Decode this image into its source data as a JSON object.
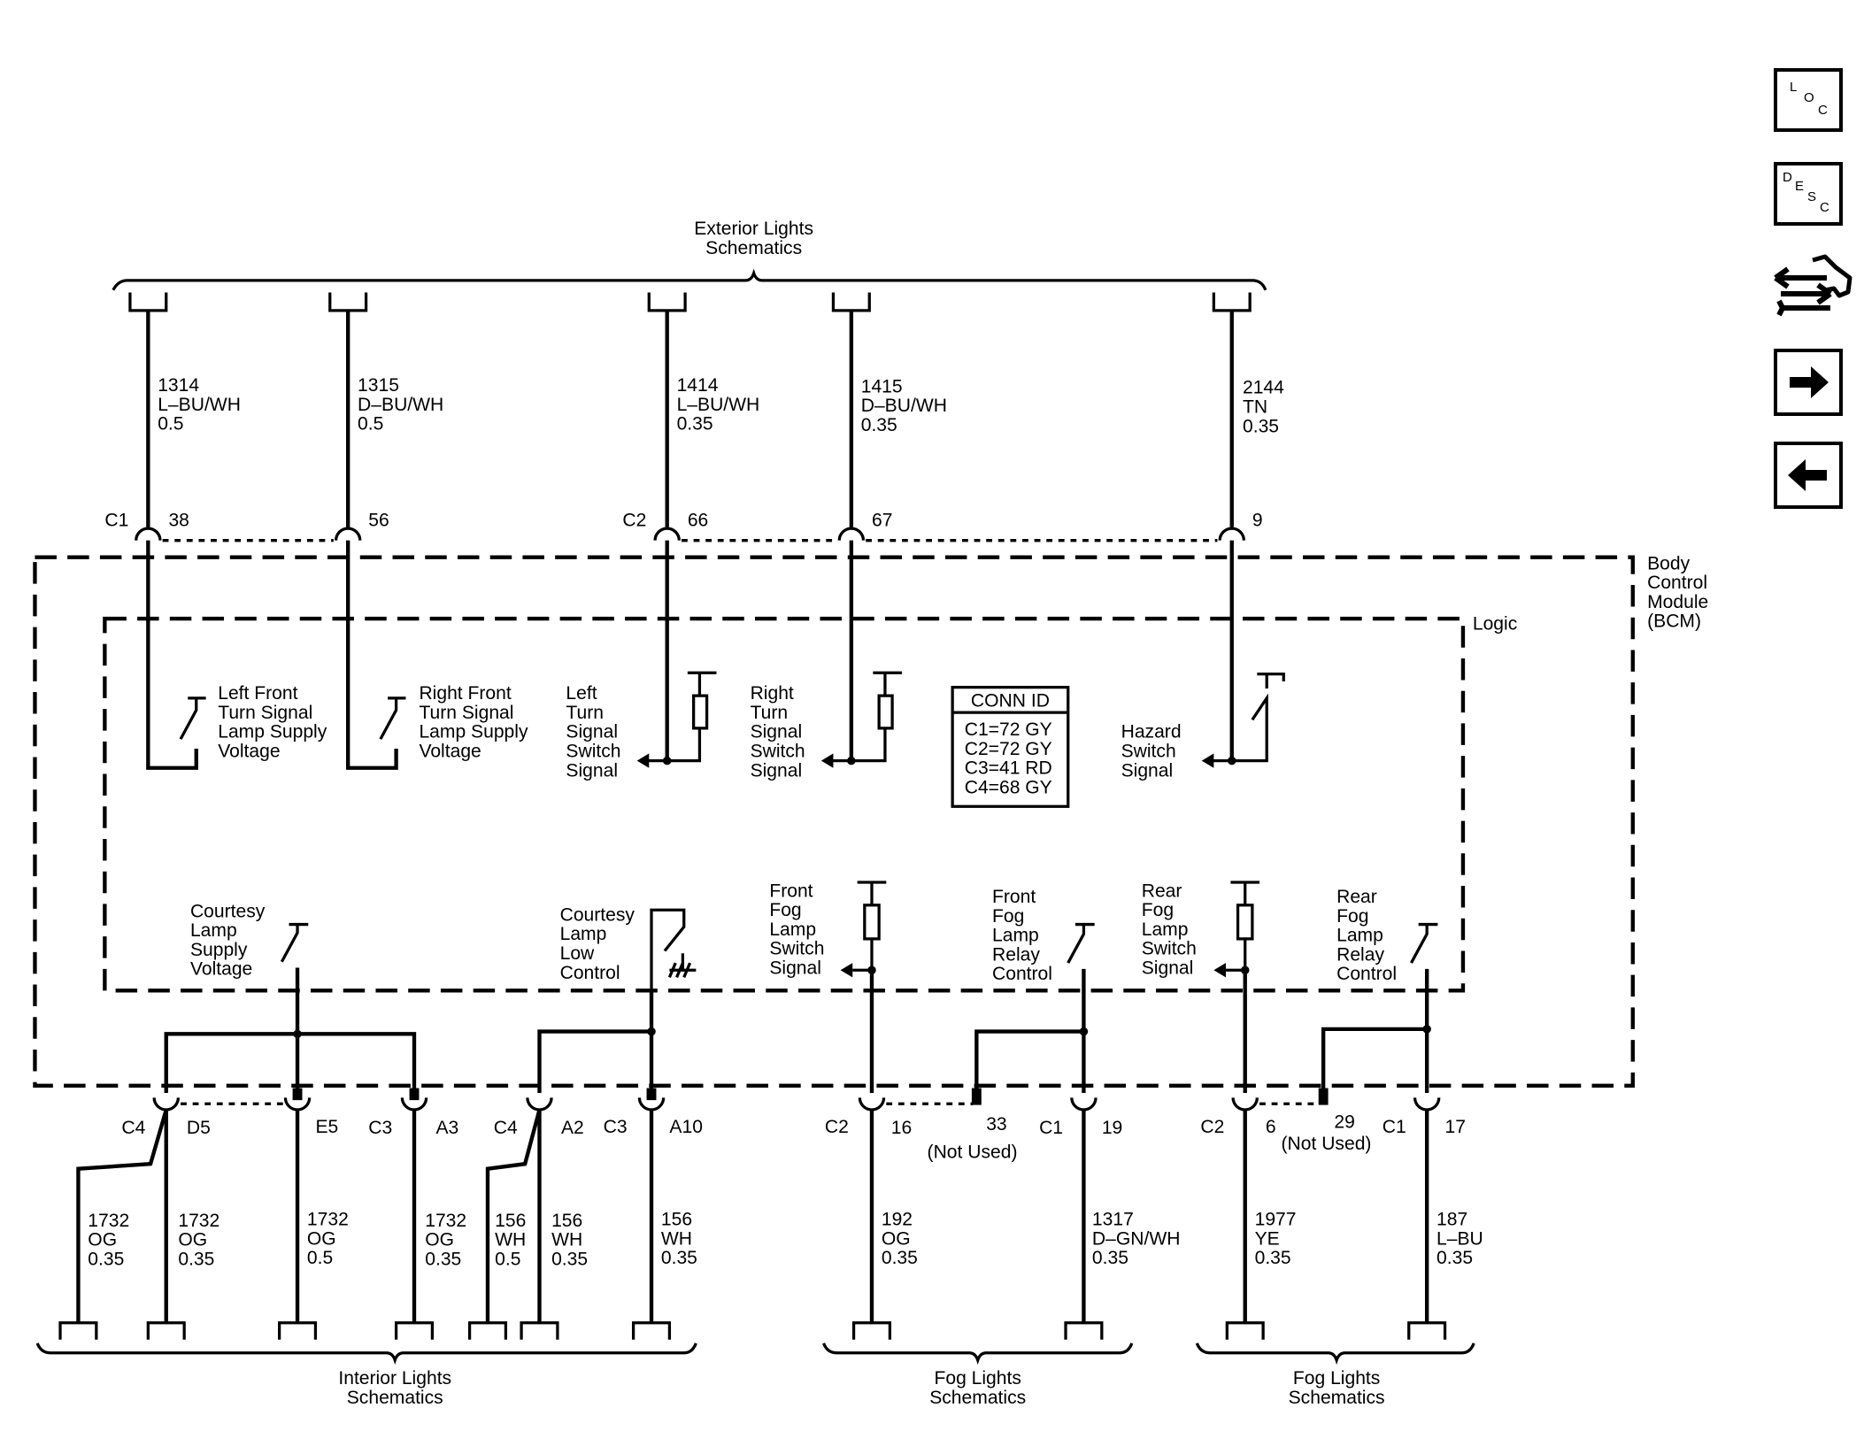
{
  "groups": {
    "exterior": [
      "Exterior Lights",
      "Schematics"
    ],
    "interior": [
      "Interior Lights",
      "Schematics"
    ],
    "fog_front": [
      "Fog Lights",
      "Schematics"
    ],
    "fog_rear": [
      "Fog Lights",
      "Schematics"
    ]
  },
  "module": {
    "name_lines": [
      "Body",
      "Control",
      "Module",
      "(BCM)"
    ],
    "logic_label": "Logic"
  },
  "conn_id": {
    "title": "CONN ID",
    "rows": [
      "C1=72 GY",
      "C2=72 GY",
      "C3=41 RD",
      "C4=68 GY"
    ]
  },
  "top_wires": [
    {
      "circuit": "1314",
      "color": "L–BU/WH",
      "gauge": "0.5"
    },
    {
      "circuit": "1315",
      "color": "D–BU/WH",
      "gauge": "0.5"
    },
    {
      "circuit": "1414",
      "color": "L–BU/WH",
      "gauge": "0.35"
    },
    {
      "circuit": "1415",
      "color": "D–BU/WH",
      "gauge": "0.35"
    },
    {
      "circuit": "2144",
      "color": "TN",
      "gauge": "0.35"
    }
  ],
  "top_pins": {
    "c1": "C1",
    "p38": "38",
    "p56": "56",
    "c2": "C2",
    "p66": "66",
    "p67": "67",
    "p9": "9"
  },
  "functions": {
    "lf_turn": [
      "Left Front",
      "Turn Signal",
      "Lamp Supply",
      "Voltage"
    ],
    "rf_turn": [
      "Right Front",
      "Turn Signal",
      "Lamp Supply",
      "Voltage"
    ],
    "left_turn_sw": [
      "Left",
      "Turn",
      "Signal",
      "Switch",
      "Signal"
    ],
    "right_turn_sw": [
      "Right",
      "Turn",
      "Signal",
      "Switch",
      "Signal"
    ],
    "hazard": [
      "Hazard",
      "Switch",
      "Signal"
    ],
    "courtesy_supply": [
      "Courtesy",
      "Lamp",
      "Supply",
      "Voltage"
    ],
    "courtesy_low": [
      "Courtesy",
      "Lamp",
      "Low",
      "Control"
    ],
    "front_fog_sw": [
      "Front",
      "Fog",
      "Lamp",
      "Switch",
      "Signal"
    ],
    "front_fog_relay": [
      "Front",
      "Fog",
      "Lamp",
      "Relay",
      "Control"
    ],
    "rear_fog_sw": [
      "Rear",
      "Fog",
      "Lamp",
      "Switch",
      "Signal"
    ],
    "rear_fog_relay": [
      "Rear",
      "Fog",
      "Lamp",
      "Relay",
      "Control"
    ]
  },
  "bottom_pins": {
    "c4a": "C4",
    "d5": "D5",
    "e5": "E5",
    "c3a": "C3",
    "a3": "A3",
    "c4b": "C4",
    "a2": "A2",
    "c3b": "C3",
    "a10": "A10",
    "c2a": "C2",
    "p16": "16",
    "p33": "33",
    "c1a": "C1",
    "p19": "19",
    "c2b": "C2",
    "p6": "6",
    "p29": "29",
    "c1b": "C1",
    "p17": "17",
    "not_used_1": "(Not Used)",
    "not_used_2": "(Not Used)"
  },
  "bottom_wires": [
    {
      "circuit": "1732",
      "color": "OG",
      "gauge": "0.35"
    },
    {
      "circuit": "1732",
      "color": "OG",
      "gauge": "0.35"
    },
    {
      "circuit": "1732",
      "color": "OG",
      "gauge": "0.5"
    },
    {
      "circuit": "1732",
      "color": "OG",
      "gauge": "0.35"
    },
    {
      "circuit": "156",
      "color": "WH",
      "gauge": "0.5"
    },
    {
      "circuit": "156",
      "color": "WH",
      "gauge": "0.35"
    },
    {
      "circuit": "156",
      "color": "WH",
      "gauge": "0.35"
    },
    {
      "circuit": "192",
      "color": "OG",
      "gauge": "0.35"
    },
    {
      "circuit": "1317",
      "color": "D–GN/WH",
      "gauge": "0.35"
    },
    {
      "circuit": "1977",
      "color": "YE",
      "gauge": "0.35"
    },
    {
      "circuit": "187",
      "color": "L–BU",
      "gauge": "0.35"
    }
  ],
  "nav": {
    "loc": [
      "L",
      "O",
      "C"
    ],
    "desc": [
      "D",
      "E",
      "S",
      "C"
    ],
    "icons": [
      "loc-icon",
      "desc-icon",
      "connector-view-icon",
      "arrow-right-icon",
      "arrow-left-icon"
    ]
  }
}
